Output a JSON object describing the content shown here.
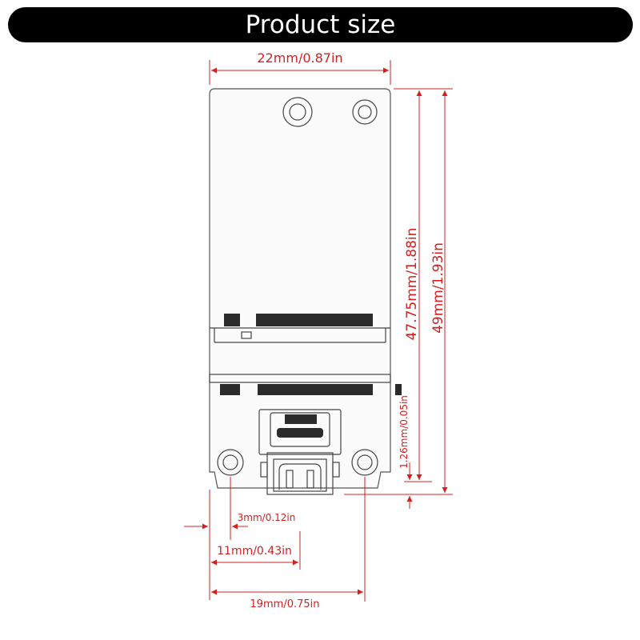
{
  "header": {
    "title": "Product size"
  },
  "dimensions": {
    "top_width": "22mm/0.87in",
    "height_inner": "47.75mm/1.88in",
    "height_total": "49mm/1.93in",
    "connector_offset": "1.26mm/0.05in",
    "edge_offset": "3mm/0.12in",
    "hole_offset": "11mm/0.43in",
    "hole_spacing": "19mm/0.75in"
  },
  "colors": {
    "dimension": "#d52020",
    "banner": "#000000",
    "board_outline": "#555555"
  }
}
